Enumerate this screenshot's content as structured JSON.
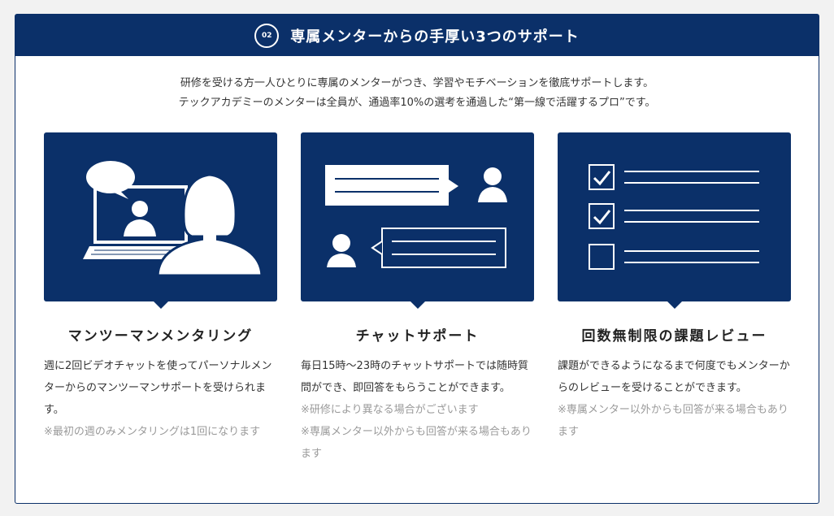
{
  "section": {
    "number": "02",
    "title": "専属メンターからの手厚い3つのサポート"
  },
  "intro": {
    "line1": "研修を受ける方一人ひとりに専属のメンターがつき、学習やモチベーションを徹底サポートします。",
    "line2": "テックアカデミーのメンターは全員が、通過率10%の選考を通過した“第一線で活躍するプロ”です。"
  },
  "cards": [
    {
      "icon": "video-mentoring-icon",
      "title": "マンツーマンメンタリング",
      "desc": "週に2回ビデオチャットを使ってパーソナルメンターからのマンツーマンサポートを受けられます。",
      "notes": [
        "※最初の週のみメンタリングは1回になります"
      ]
    },
    {
      "icon": "chat-support-icon",
      "title": "チャットサポート",
      "desc": "毎日15時〜23時のチャットサポートでは随時質問ができ、即回答をもらうことができます。",
      "notes": [
        "※研修により異なる場合がございます",
        "※専属メンター以外からも回答が来る場合もあります"
      ]
    },
    {
      "icon": "checklist-review-icon",
      "title": "回数無制限の課題レビュー",
      "desc": "課題ができるようになるまで何度でもメンターからのレビューを受けることができます。",
      "notes": [
        "※専属メンター以外からも回答が来る場合もあります"
      ]
    }
  ],
  "colors": {
    "navy": "#0b3069",
    "note_gray": "#9a9a9a"
  }
}
